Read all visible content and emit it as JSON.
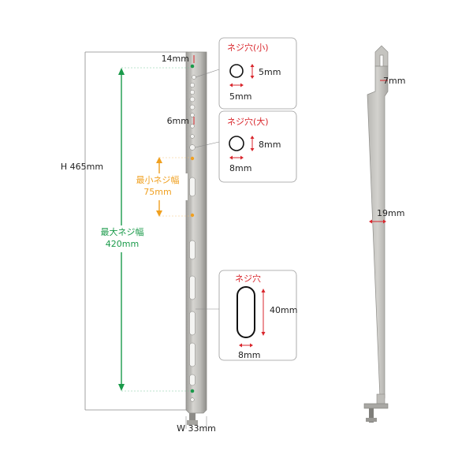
{
  "colors": {
    "red": "#d9262c",
    "green": "#1a9a4a",
    "orange": "#f0a020",
    "steel": "#c8c7c3",
    "steel_edge": "#9a9995",
    "line": "#8a8a8a"
  },
  "front": {
    "height_label": "H 465mm",
    "width_label": "W 33mm",
    "top_offset_label": "14mm",
    "hole_offset_label": "6mm",
    "max_span_label_1": "最大ネジ幅",
    "max_span_label_2": "420mm",
    "min_span_label_1": "最小ネジ幅",
    "min_span_label_2": "75mm"
  },
  "callouts": {
    "small": {
      "title": "ネジ穴(小)",
      "height": "5mm",
      "width": "5mm"
    },
    "large": {
      "title": "ネジ穴(大)",
      "height": "8mm",
      "width": "8mm"
    },
    "slot": {
      "title": "ネジ穴",
      "height": "40mm",
      "width": "8mm"
    }
  },
  "side": {
    "thickness_top": "7mm",
    "thickness_mid": "19mm"
  }
}
